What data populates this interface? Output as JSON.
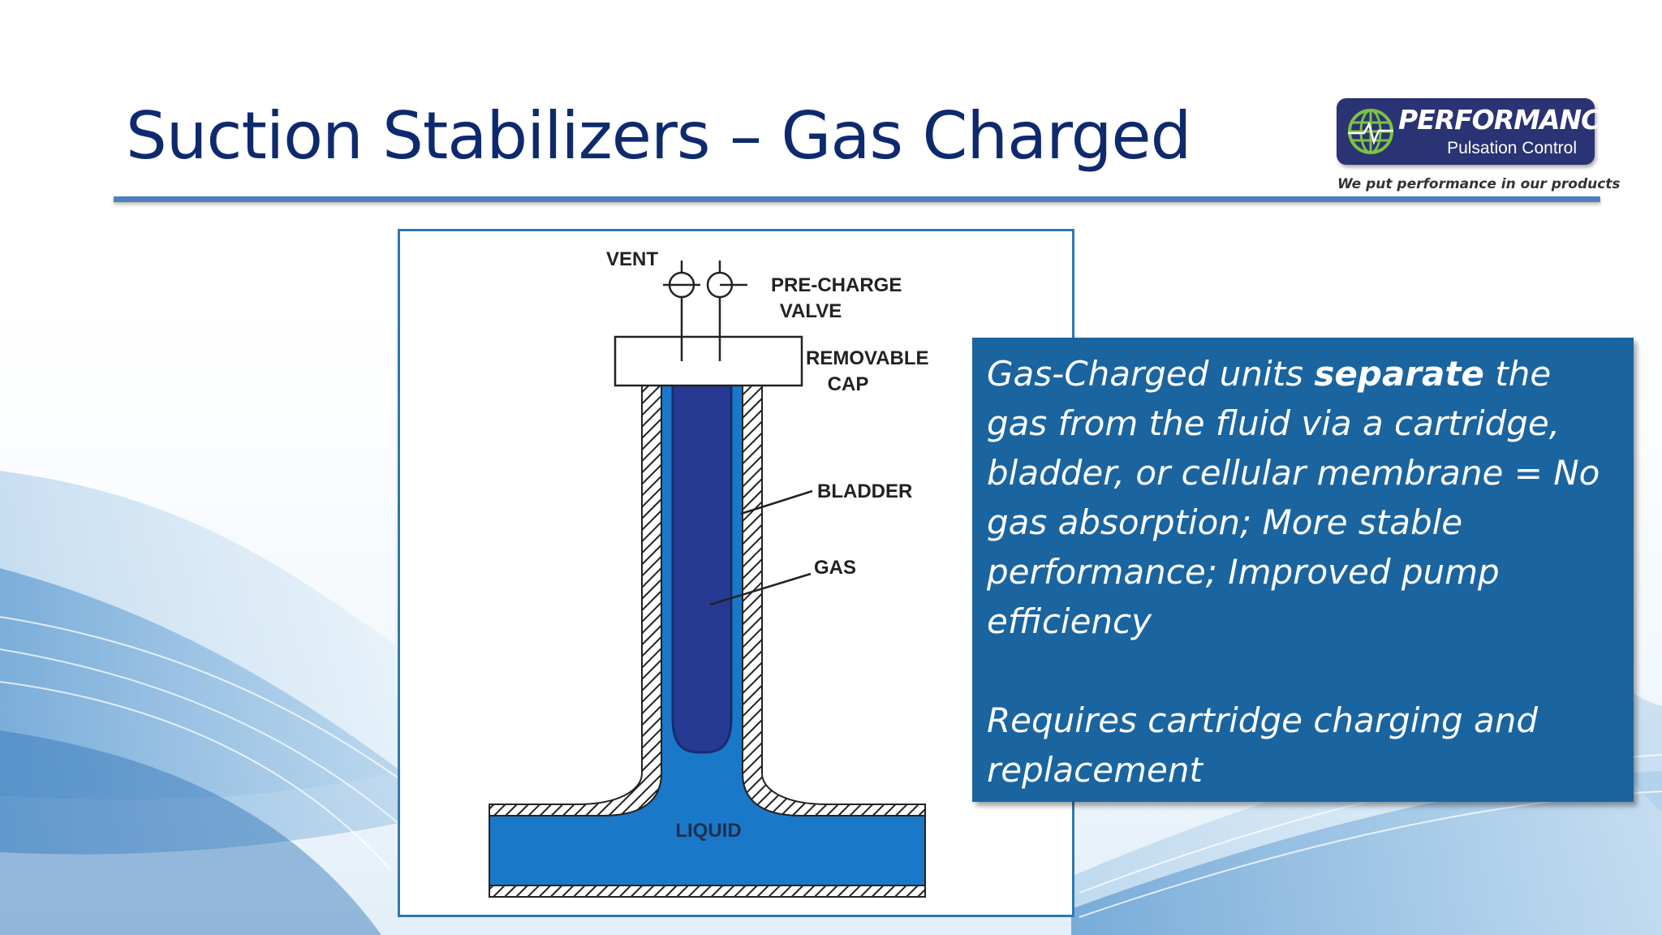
{
  "slide": {
    "title": "Suction Stabilizers – Gas Charged"
  },
  "logo": {
    "name": "PERFORMANCE",
    "subtitle": "Pulsation Control",
    "tagline": "We put performance in our products",
    "icon": "globe-icon"
  },
  "diagram": {
    "labels": {
      "vent": "VENT",
      "precharge_line1": "PRE-CHARGE",
      "precharge_line2": "VALVE",
      "cap_line1": "REMOVABLE",
      "cap_line2": "CAP",
      "bladder": "BLADDER",
      "gas": "GAS",
      "liquid": "LIQUID"
    }
  },
  "callout": {
    "p1_before": "Gas-Charged units ",
    "p1_bold": "separate",
    "p1_after": " the gas from the fluid via a cartridge, bladder, or cellular membrane = No gas absorption; More stable performance; Improved pump efficiency",
    "p2": "Requires cartridge charging and replacement"
  },
  "colors": {
    "title": "#0e2a6e",
    "rule": "#4f7fbf",
    "callout_bg": "#1a64a0",
    "logo_bg": "#2a3373",
    "liquid": "#1a78c8",
    "bladder": "#263a92",
    "frame": "#2f78ae"
  }
}
